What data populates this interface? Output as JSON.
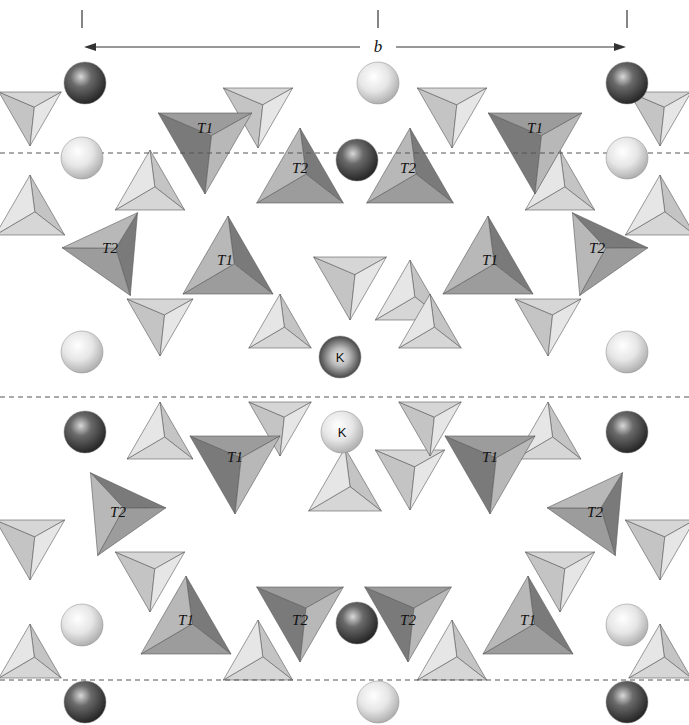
{
  "diagram": {
    "labels": [
      "b",
      "T1",
      "T1",
      "T2",
      "T2",
      "T2",
      "T1",
      "T1",
      "T2",
      "K",
      "K",
      "T1",
      "T1",
      "T2",
      "T2",
      "T1",
      "T2",
      "T2",
      "T1"
    ]
  }
}
